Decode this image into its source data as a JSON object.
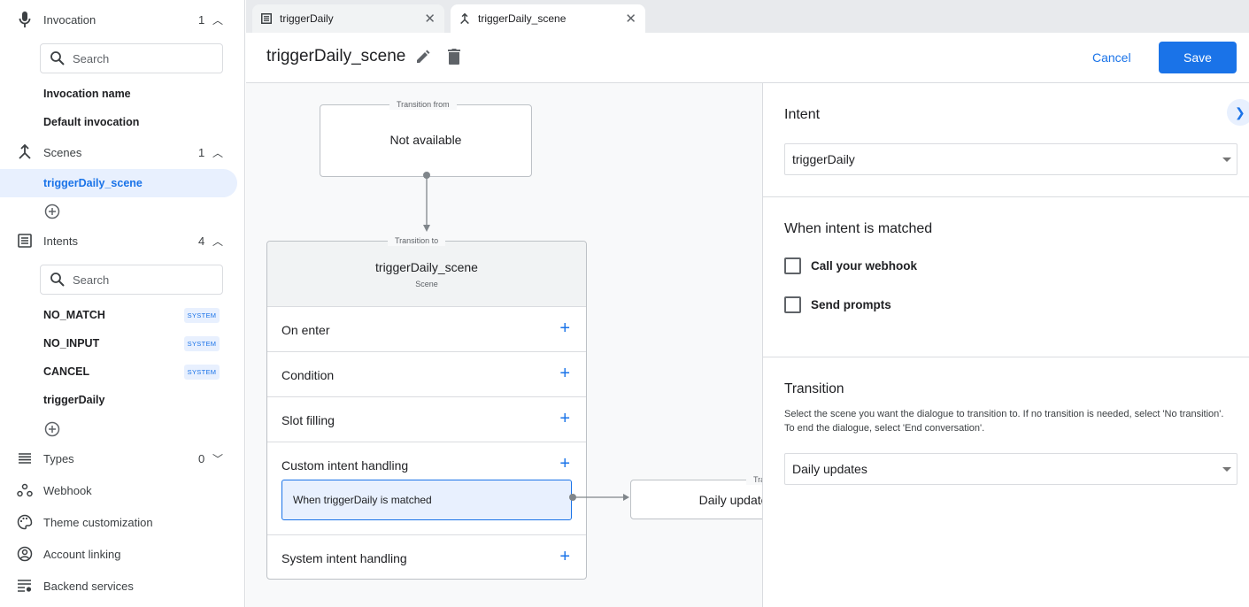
{
  "sidebar": {
    "invocation": {
      "label": "Invocation",
      "count": "1",
      "search_placeholder": "Search",
      "items": [
        "Invocation name",
        "Default invocation"
      ]
    },
    "scenes": {
      "label": "Scenes",
      "count": "1",
      "items": [
        "triggerDaily_scene"
      ]
    },
    "intents": {
      "label": "Intents",
      "count": "4",
      "search_placeholder": "Search",
      "items": [
        {
          "name": "NO_MATCH",
          "badge": "SYSTEM"
        },
        {
          "name": "NO_INPUT",
          "badge": "SYSTEM"
        },
        {
          "name": "CANCEL",
          "badge": "SYSTEM"
        },
        {
          "name": "triggerDaily"
        }
      ]
    },
    "types": {
      "label": "Types",
      "count": "0"
    },
    "webhook": "Webhook",
    "theme": "Theme customization",
    "account": "Account linking",
    "backend": "Backend services"
  },
  "tabs": [
    {
      "label": "triggerDaily",
      "icon": "intent-icon"
    },
    {
      "label": "triggerDaily_scene",
      "icon": "scene-icon",
      "active": true
    }
  ],
  "header": {
    "title": "triggerDaily_scene",
    "cancel": "Cancel",
    "save": "Save"
  },
  "canvas": {
    "from": {
      "legend": "Transition from",
      "value": "Not available"
    },
    "to": {
      "legend": "Transition to",
      "title": "triggerDaily_scene",
      "subtitle": "Scene",
      "rows": [
        "On enter",
        "Condition",
        "Slot filling",
        "Custom intent handling",
        "System intent handling"
      ],
      "handler": "When triggerDaily is matched"
    },
    "target": {
      "legend": "Transition to",
      "value": "Daily updates"
    }
  },
  "panel": {
    "intent_heading": "Intent",
    "intent_value": "triggerDaily",
    "matched_heading": "When intent is matched",
    "webhook_label": "Call your webhook",
    "prompts_label": "Send prompts",
    "transition_heading": "Transition",
    "transition_help": "Select the scene you want the dialogue to transition to. If no transition is needed, select 'No transition'. To end the dialogue, select 'End conversation'.",
    "transition_value": "Daily updates"
  },
  "colors": {
    "accent": "#1a73e8",
    "selected_bg": "#e8f0fe"
  }
}
